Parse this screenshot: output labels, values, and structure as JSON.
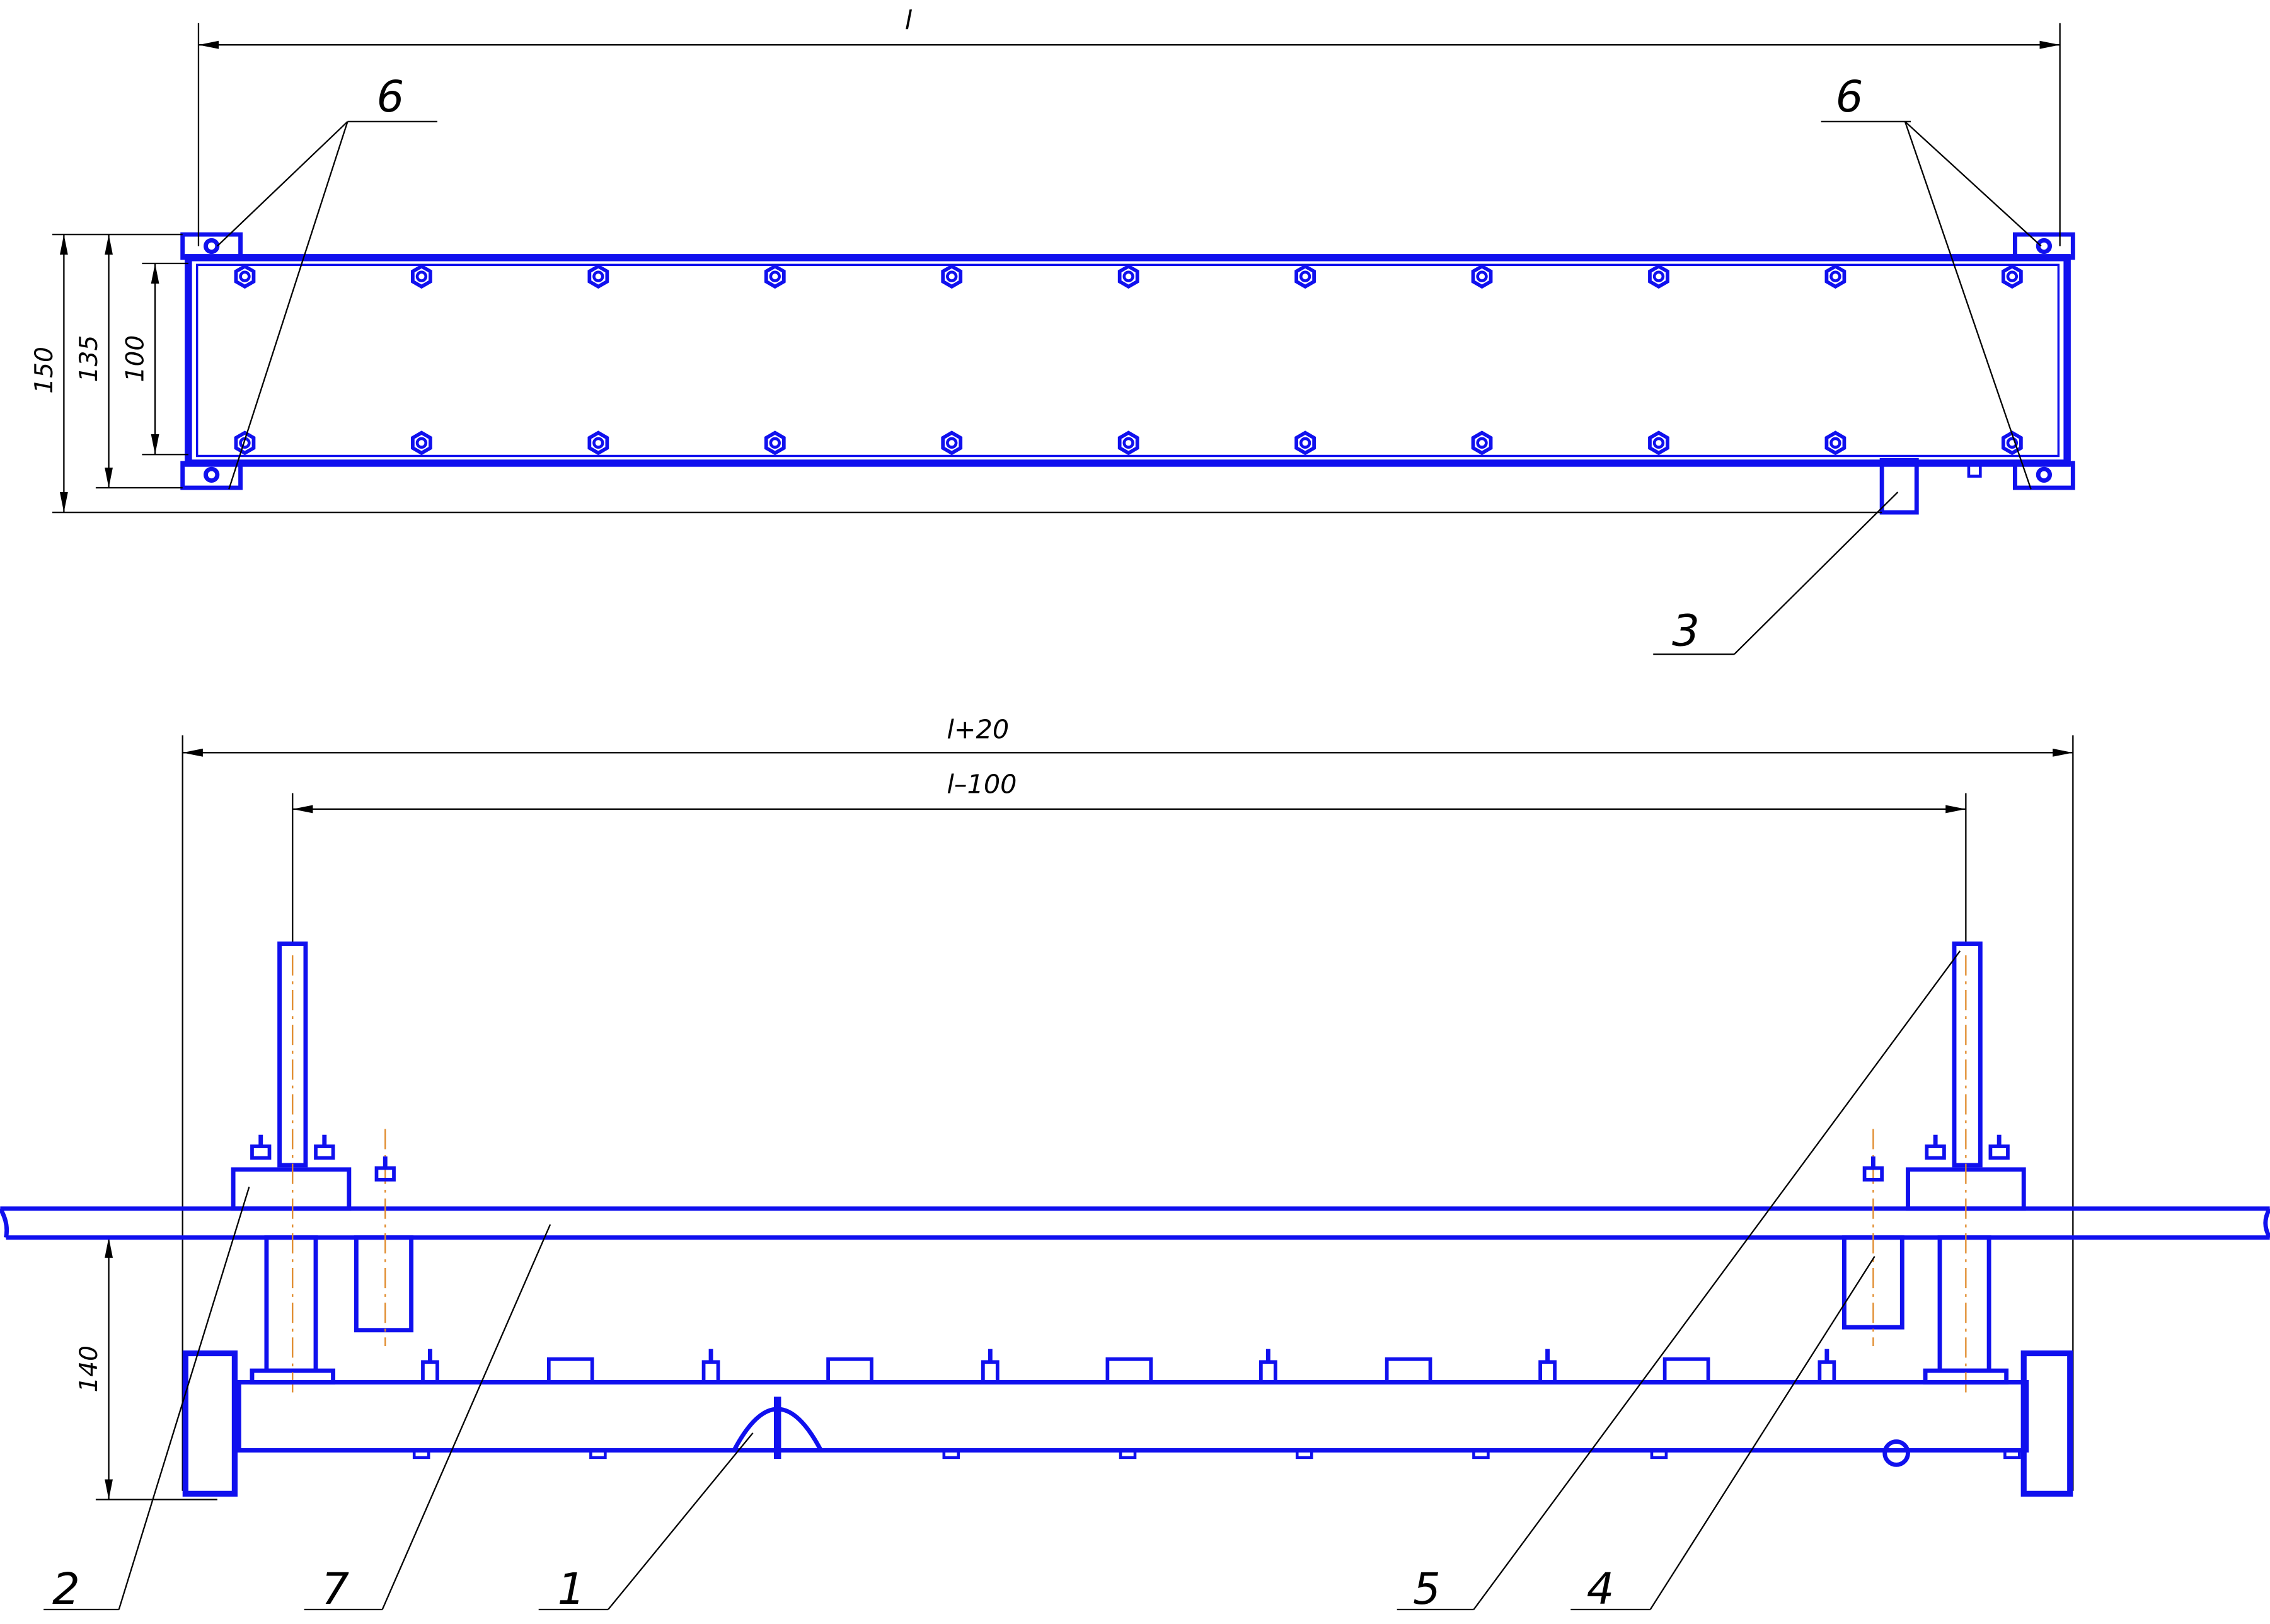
{
  "drawing": {
    "top_view": {
      "dimensions": {
        "length": "l",
        "height_150": "150",
        "height_135": "135",
        "height_100": "100"
      },
      "callouts": {
        "left_6": "6",
        "right_6": "6",
        "item_3": "3"
      }
    },
    "front_view": {
      "dimensions": {
        "overall": "l+20",
        "post_spacing": "l–100",
        "height_140": "140"
      },
      "callouts": {
        "item_2": "2",
        "item_7": "7",
        "item_1": "1",
        "item_5": "5",
        "item_4": "4"
      }
    },
    "colors": {
      "part_line": "#1010ee",
      "dimension_line": "#000000",
      "axis_line": "#e08a2a"
    }
  }
}
